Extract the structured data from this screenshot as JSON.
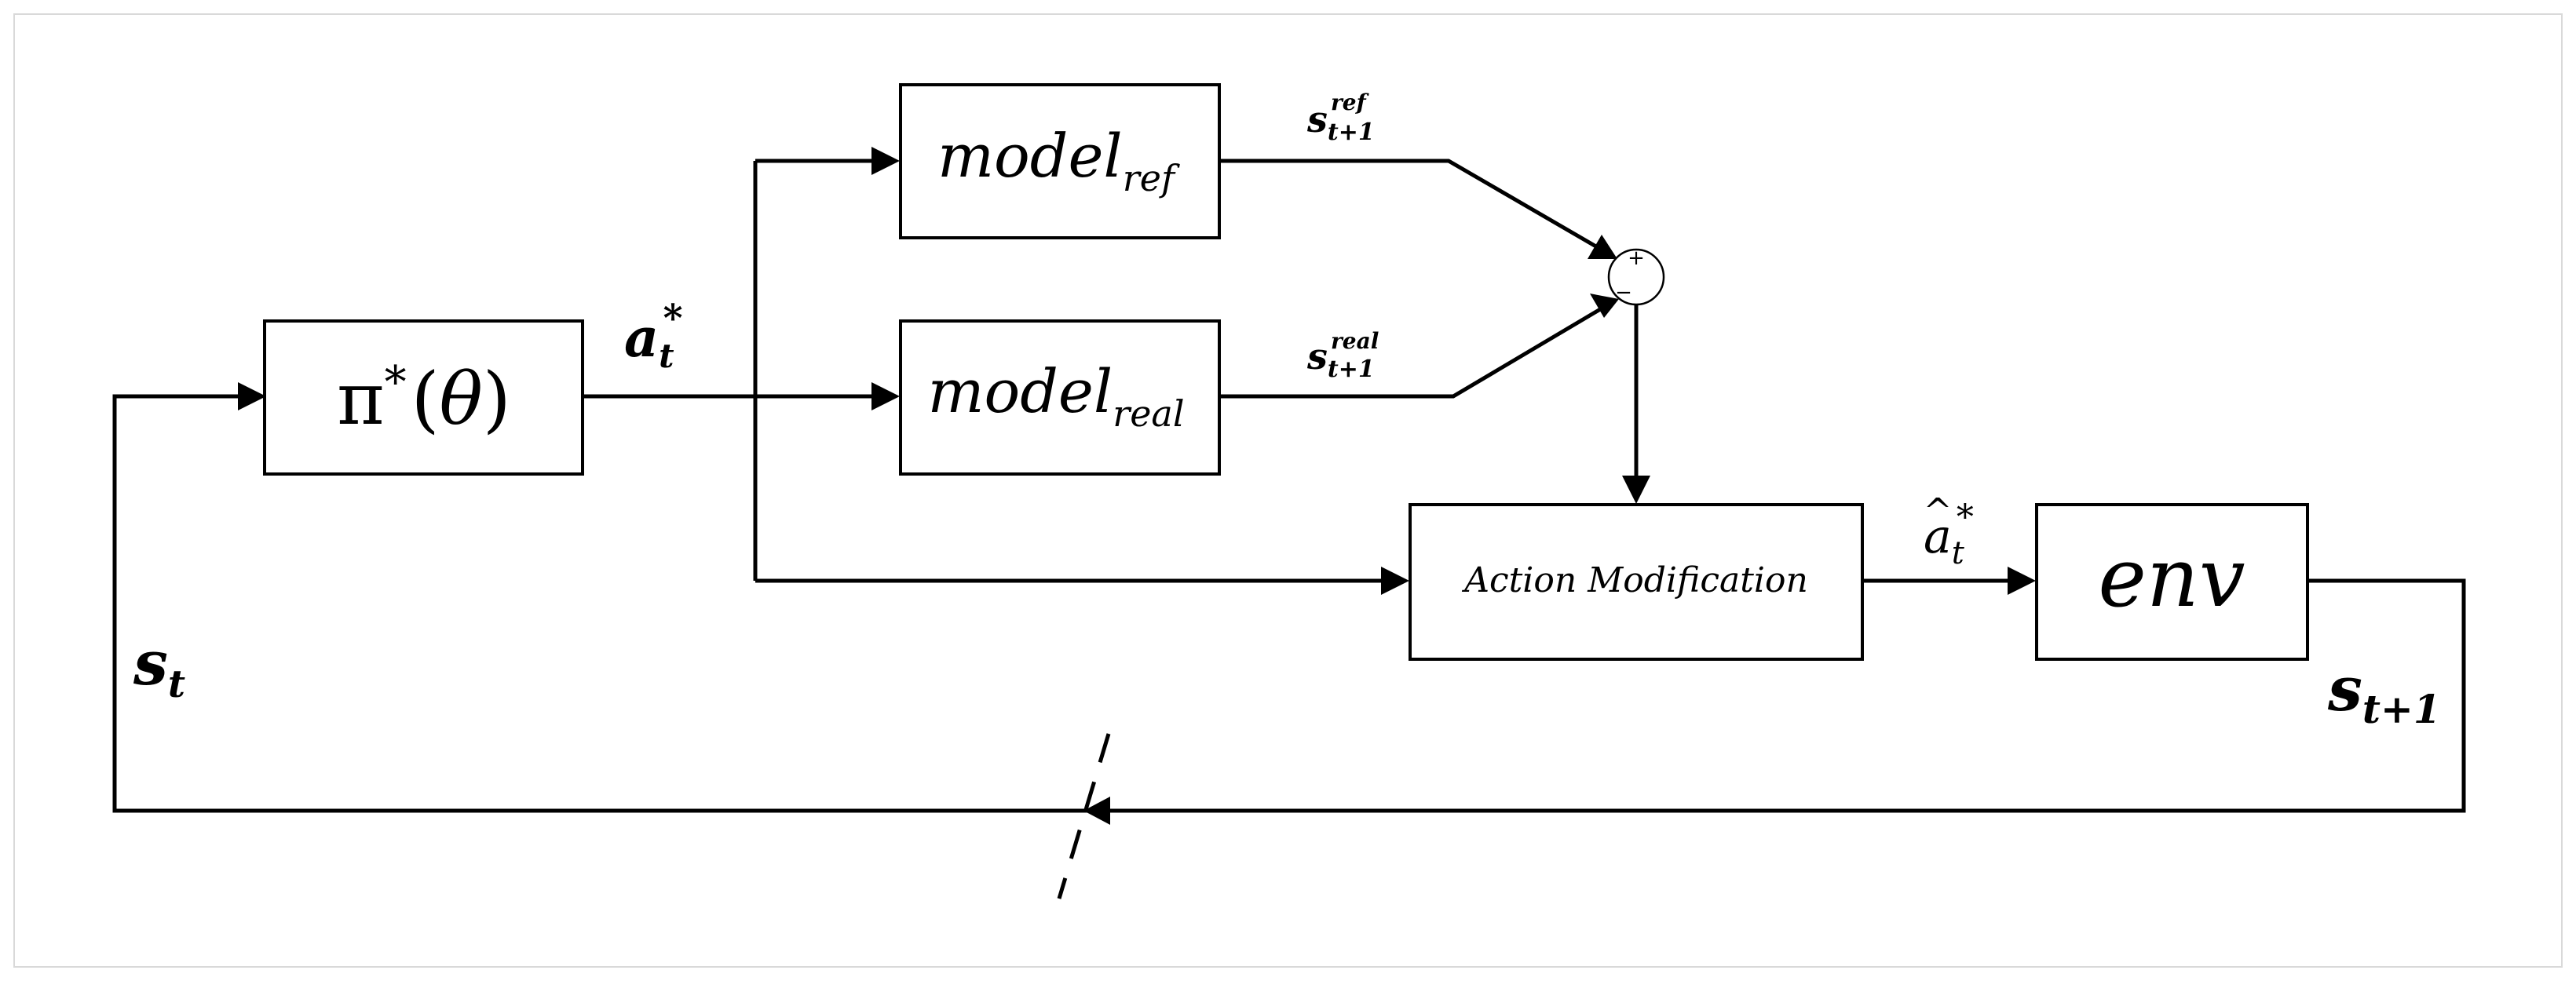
{
  "blocks": {
    "policy": {
      "pi": "π",
      "star": "*",
      "open": "(",
      "theta": "θ",
      "close": ")"
    },
    "model_ref": {
      "main": "model",
      "sub": "ref"
    },
    "model_real": {
      "main": "model",
      "sub": "real"
    },
    "action_mod": {
      "label": "Action Modification"
    },
    "env": {
      "label": "env"
    }
  },
  "signals": {
    "a_t_star": {
      "main": "a",
      "sub": "t",
      "sup": "*"
    },
    "a_hat_t_star": {
      "main": "a",
      "hat": "^",
      "sub": "t",
      "sup": "*"
    },
    "s_ref": {
      "main": "s",
      "sub": "t+1",
      "sup": "ref"
    },
    "s_real": {
      "main": "s",
      "sub": "t+1",
      "sup": "real"
    },
    "s_t": {
      "main": "s",
      "sub": "t"
    },
    "s_t1": {
      "main": "s",
      "sub": "t+1"
    }
  },
  "sum_junction": {
    "plus": "+",
    "minus": "−"
  }
}
